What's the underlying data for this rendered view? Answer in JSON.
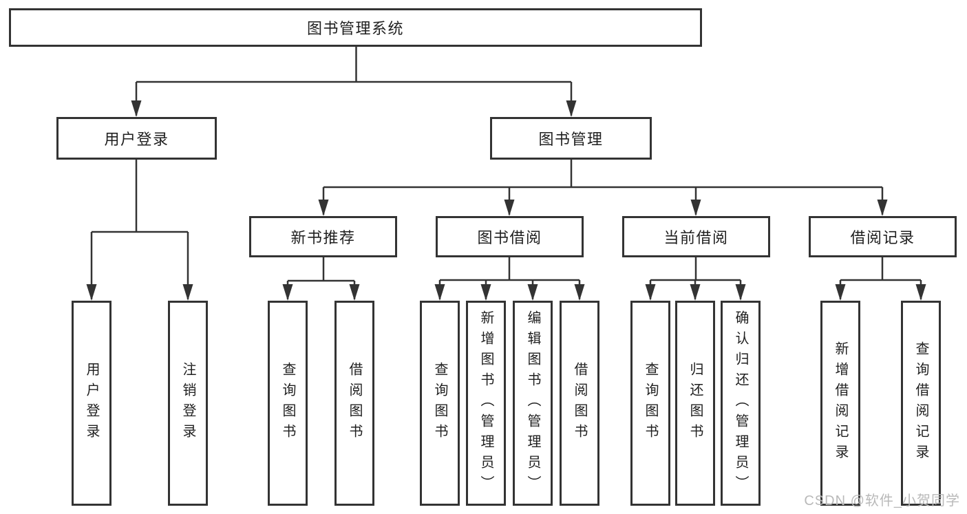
{
  "tree": {
    "label": "图书管理系统",
    "children": [
      {
        "label": "用户登录",
        "children": [
          {
            "label": "用户登录"
          },
          {
            "label": "注销登录"
          }
        ]
      },
      {
        "label": "图书管理",
        "children": [
          {
            "label": "新书推荐",
            "children": [
              {
                "label": "查询图书"
              },
              {
                "label": "借阅图书"
              }
            ]
          },
          {
            "label": "图书借阅",
            "children": [
              {
                "label": "查询图书"
              },
              {
                "label": "新增图书（管理员）"
              },
              {
                "label": "编辑图书（管理员）"
              },
              {
                "label": "借阅图书"
              }
            ]
          },
          {
            "label": "当前借阅",
            "children": [
              {
                "label": "查询图书"
              },
              {
                "label": "归还图书"
              },
              {
                "label": "确认归还（管理员）"
              }
            ]
          },
          {
            "label": "借阅记录",
            "children": [
              {
                "label": "新增借阅记录"
              },
              {
                "label": "查询借阅记录"
              }
            ]
          }
        ]
      }
    ]
  },
  "watermark": {
    "text": "CSDN @软件_小贺同学"
  },
  "colors": {
    "line": "#333333",
    "text": "#1f1f1f",
    "background": "#ffffff",
    "watermark": "#b9b9b9"
  }
}
